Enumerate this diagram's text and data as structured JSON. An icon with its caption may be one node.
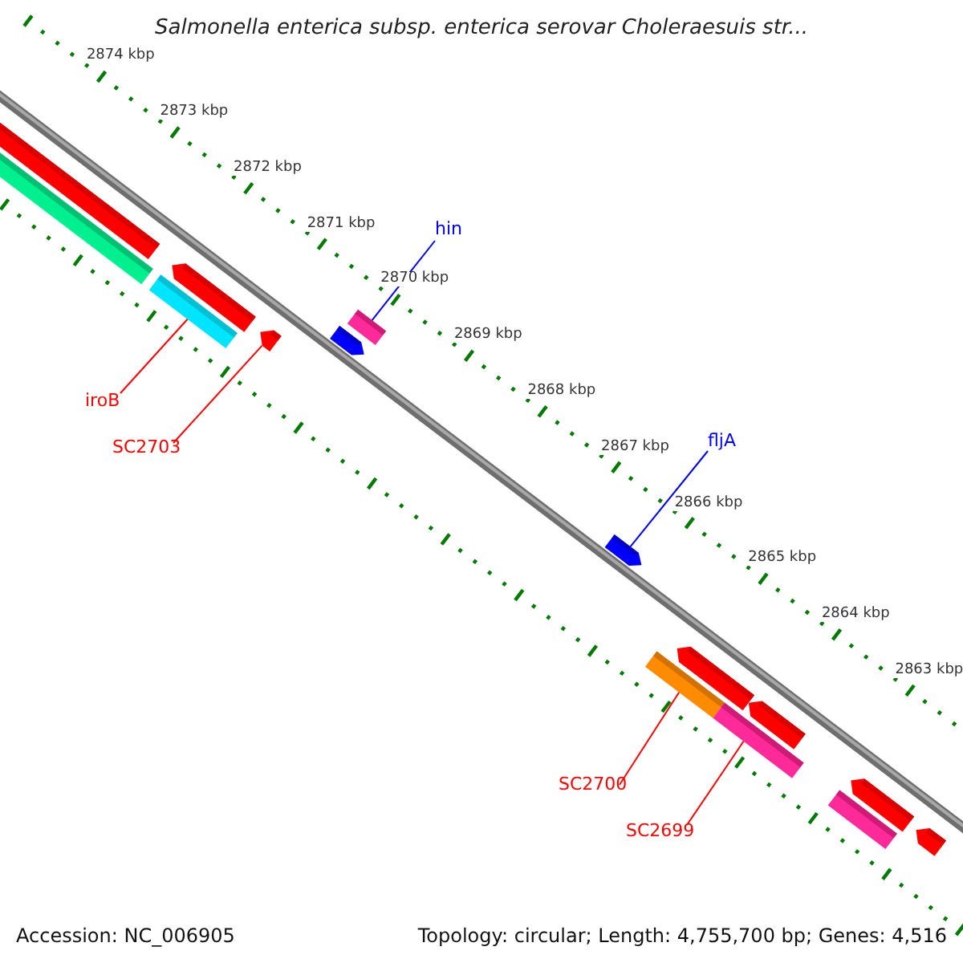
{
  "diagram": {
    "title": "Salmonella enterica subsp. enterica serovar Choleraesuis str...",
    "nodes": [
      {
        "text": [
          "hin"
        ]
      },
      {
        "text": [
          "iroB"
        ]
      },
      {
        "text": [
          "fljA"
        ]
      },
      {
        "text": [
          "SC2703"
        ]
      },
      {
        "text": [
          "SC2700"
        ]
      },
      {
        "text": [
          "SC2699"
        ]
      },
      {
        "text": [],
        "shape": "bar"
      },
      {
        "text": [],
        "shape": "bar"
      },
      {
        "text": [],
        "shape": "bar"
      },
      {
        "text": [],
        "shape": "bar"
      },
      {
        "text": [],
        "shape": "bar"
      },
      {
        "text": [],
        "shape": "bar"
      }
    ],
    "edges": [
      {
        "from": 0,
        "to": 8,
        "arrow": "none",
        "color": "#0000ff"
      },
      {
        "from": 1,
        "to": 6,
        "arrow": "none"
      },
      {
        "from": 2,
        "to": 9,
        "arrow": "none",
        "color": "#0000ff"
      },
      {
        "from": 3,
        "to": 7,
        "arrow": "none"
      },
      {
        "from": 4,
        "to": 10,
        "arrow": "none"
      },
      {
        "from": 5,
        "to": 11,
        "arrow": "none"
      }
    ],
    "labels": [
      "2874 kbp",
      "2873 kbp",
      "2872 kbp",
      "2871 kbp",
      "2870 kbp",
      "2869 kbp",
      "2868 kbp",
      "2867 kbp",
      "2866 kbp",
      "2865 kbp",
      "2864 kbp",
      "2863 kbp",
      "Accession: NC_006905",
      "Topology: circular; Length: 4,755,700 bp; Genes: 4,516"
    ]
  }
}
